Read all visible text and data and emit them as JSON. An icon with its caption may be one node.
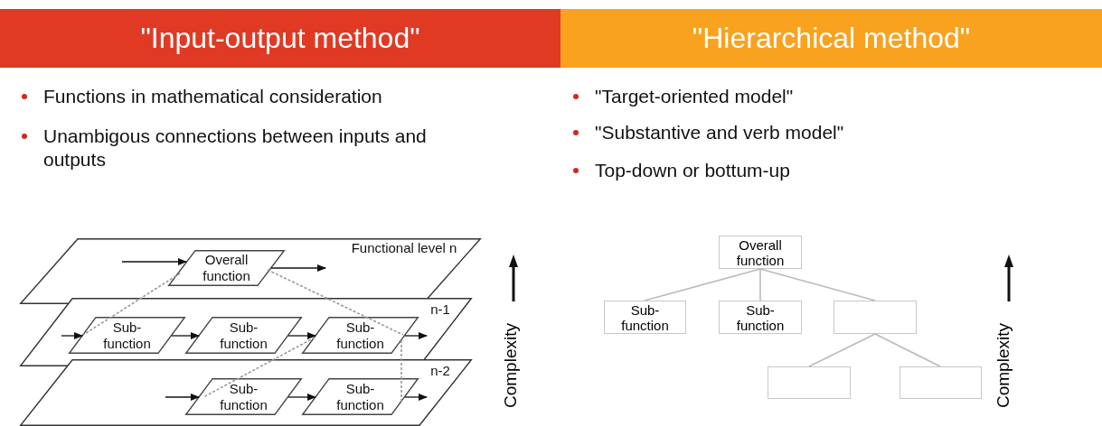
{
  "diagram": {
    "nodes": [
      {
        "text": [
          "\"Input-output method\""
        ]
      },
      {
        "text": [
          "\"Hierarchical method\""
        ]
      },
      {
        "text": [
          "Functional level n"
        ]
      },
      {
        "text": [
          "Overall function"
        ],
        "in": 2
      },
      {
        "text": [
          "n-1"
        ]
      },
      {
        "text": [
          "Sub- function"
        ],
        "in": 4
      },
      {
        "text": [
          "Sub- function"
        ],
        "in": 4
      },
      {
        "text": [
          "Sub- function"
        ],
        "in": 4
      },
      {
        "text": [
          "n-2"
        ]
      },
      {
        "text": [
          "Sub- function"
        ],
        "in": 8
      },
      {
        "text": [
          "Sub- function"
        ],
        "in": 8
      },
      {
        "text": [
          "Overall function"
        ]
      },
      {
        "text": [
          "Sub- function"
        ]
      },
      {
        "text": [
          "Sub- function"
        ]
      },
      {
        "text": [],
        "shape": "box"
      },
      {
        "text": [],
        "shape": "box"
      },
      {
        "text": [],
        "shape": "box"
      }
    ],
    "edges": [
      {
        "from": null,
        "to": 3,
        "arrow": "to"
      },
      {
        "from": 3,
        "to": null,
        "arrow": "to"
      },
      {
        "from": null,
        "to": 5,
        "arrow": "to"
      },
      {
        "from": 5,
        "to": 6,
        "arrow": "to"
      },
      {
        "from": 6,
        "to": 7,
        "arrow": "to"
      },
      {
        "from": 7,
        "to": null,
        "arrow": "to"
      },
      {
        "from": null,
        "to": 9,
        "arrow": "to"
      },
      {
        "from": 9,
        "to": 10,
        "arrow": "to"
      },
      {
        "from": 10,
        "to": null,
        "arrow": "to"
      },
      {
        "from": 3,
        "to": 5,
        "arrow": "none",
        "style": "dashed",
        "color": "#999999"
      },
      {
        "from": 3,
        "to": 7,
        "arrow": "none",
        "style": "dashed",
        "color": "#999999"
      },
      {
        "from": 7,
        "to": 9,
        "arrow": "none",
        "style": "dashed",
        "color": "#999999"
      },
      {
        "from": 7,
        "to": 10,
        "arrow": "none",
        "style": "dashed",
        "color": "#999999"
      },
      {
        "from": 11,
        "to": 12,
        "arrow": "none",
        "color": "#bbbbbb"
      },
      {
        "from": 11,
        "to": 13,
        "arrow": "none",
        "color": "#bbbbbb"
      },
      {
        "from": 11,
        "to": 14,
        "arrow": "none",
        "color": "#bbbbbb"
      },
      {
        "from": 14,
        "to": 15,
        "arrow": "none",
        "color": "#bbbbbb"
      },
      {
        "from": 14,
        "to": 16,
        "arrow": "none",
        "color": "#bbbbbb"
      }
    ],
    "labels": [
      "Functions in mathematical consideration",
      "Unambigous connections between inputs and outputs",
      "\"Target-oriented model\"",
      "\"Substantive and verb model\"",
      "Top-down or bottum-up",
      "Complexity",
      "Complexity"
    ]
  }
}
